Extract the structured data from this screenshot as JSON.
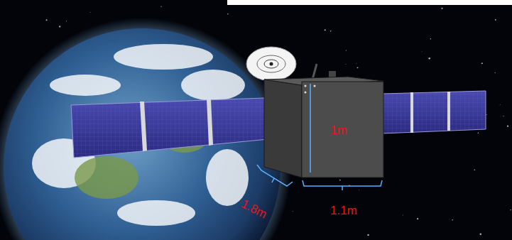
{
  "diagram": {
    "labels": [
      "1m",
      "1.8m",
      "1.1m"
    ]
  }
}
